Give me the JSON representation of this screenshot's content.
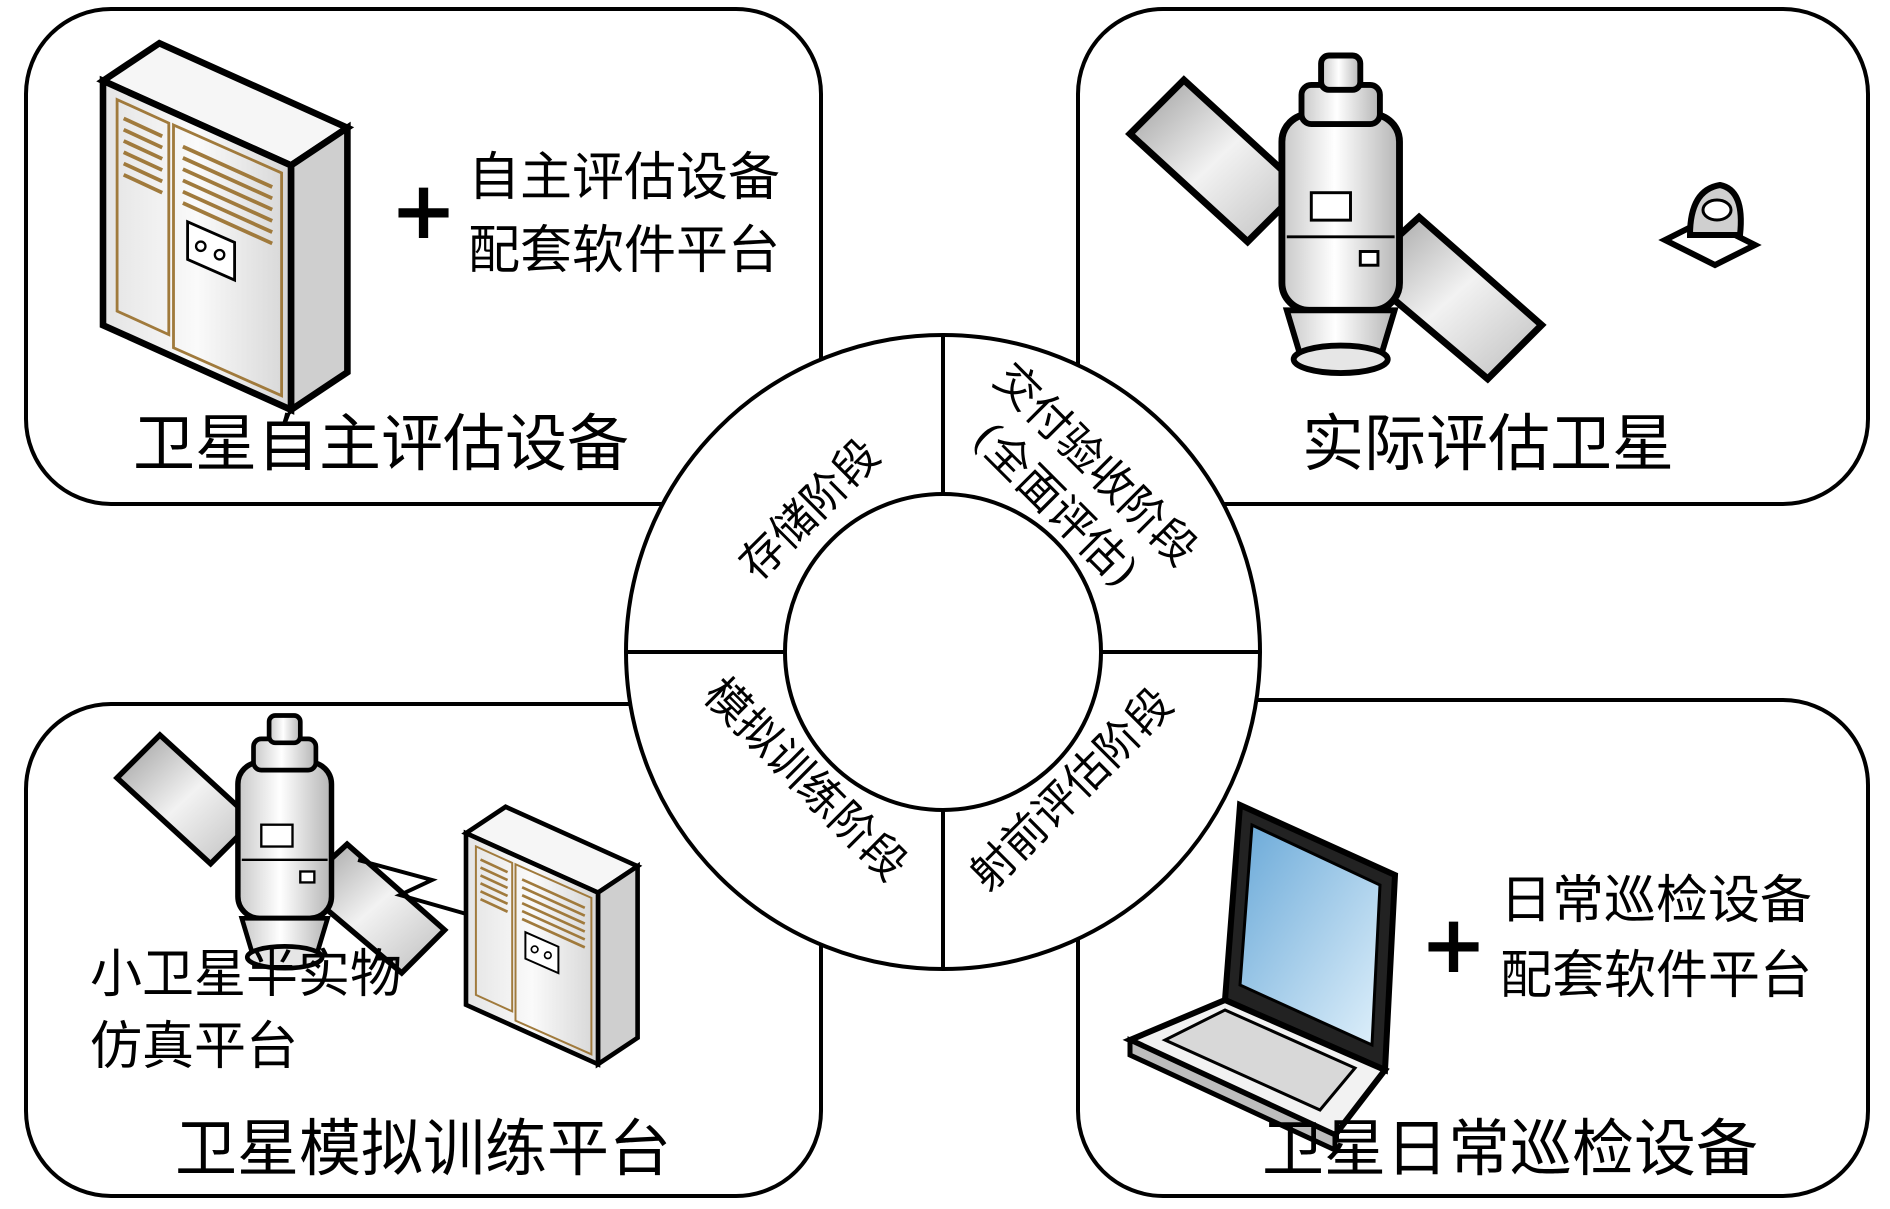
{
  "quadrants": {
    "top_left": {
      "title": "卫星自主评估设备",
      "plus": "+",
      "subtitle_lines": [
        "自主评估设备",
        "配套软件平台"
      ],
      "icon": "server-icon"
    },
    "top_right": {
      "title": "实际评估卫星",
      "icon": "satellite-icon",
      "secondary_icon": "ground-antenna-icon"
    },
    "bottom_left": {
      "title": "卫星模拟训练平台",
      "subtitle_lines": [
        "小卫星半实物",
        "仿真平台"
      ],
      "icon": "satellite-icon",
      "secondary_icon": "server-icon"
    },
    "bottom_right": {
      "title": "卫星日常巡检设备",
      "plus": "+",
      "subtitle_lines": [
        "日常巡检设备",
        "配套软件平台"
      ],
      "icon": "laptop-icon"
    }
  },
  "stages": {
    "storage": "存储阶段",
    "delivery_line1": "交付验收阶段",
    "delivery_line2": "(全面评估)",
    "simulation": "模拟训练阶段",
    "prelaunch": "射前评估阶段"
  }
}
